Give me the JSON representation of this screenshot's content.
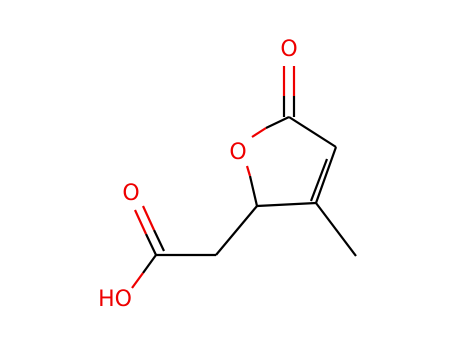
{
  "molecule": {
    "atoms": {
      "ring_oxygen": "O",
      "carbonyl_oxygen": "O",
      "acid_carbonyl_oxygen": "O",
      "hydroxyl": "HO"
    },
    "colors": {
      "bond": "#000000",
      "heteroatom": "#ee0000",
      "background": "#ffffff"
    }
  }
}
